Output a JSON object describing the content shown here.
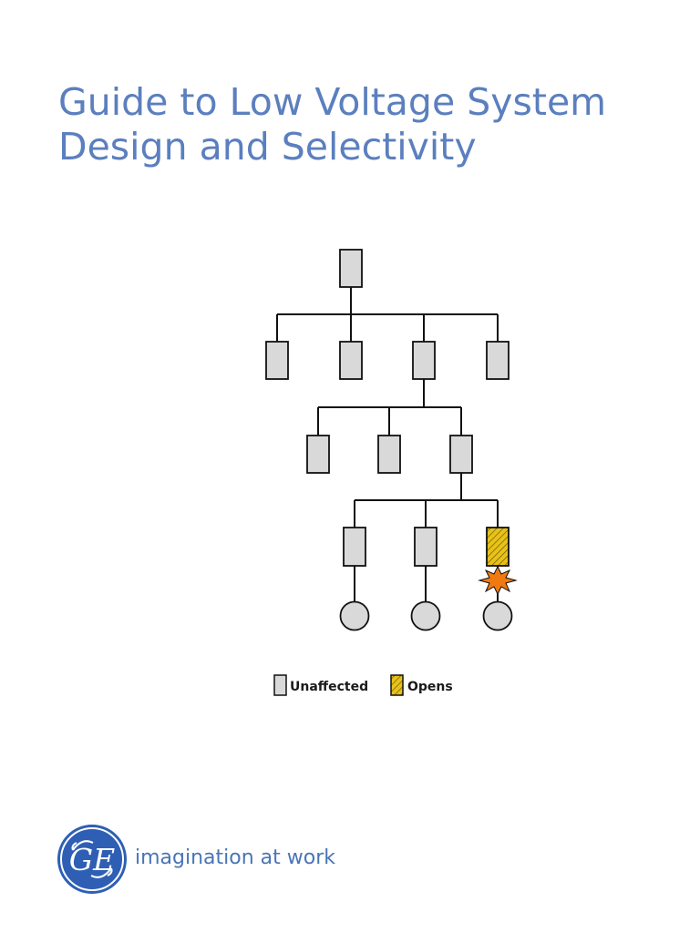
{
  "title": {
    "line1": "Guide to Low Voltage System",
    "line2": "Design and Selectivity"
  },
  "legend": {
    "unaffected": "Unaffected",
    "opens": "Opens"
  },
  "brand": {
    "logo_text": "GE",
    "tagline": "imagination at work"
  },
  "colors": {
    "title": "#5b7fbf",
    "breaker_fill": "#d9d9d9",
    "open_fill": "#e8c21a",
    "fault": "#f07a10",
    "logo": "#2e5fb4"
  }
}
